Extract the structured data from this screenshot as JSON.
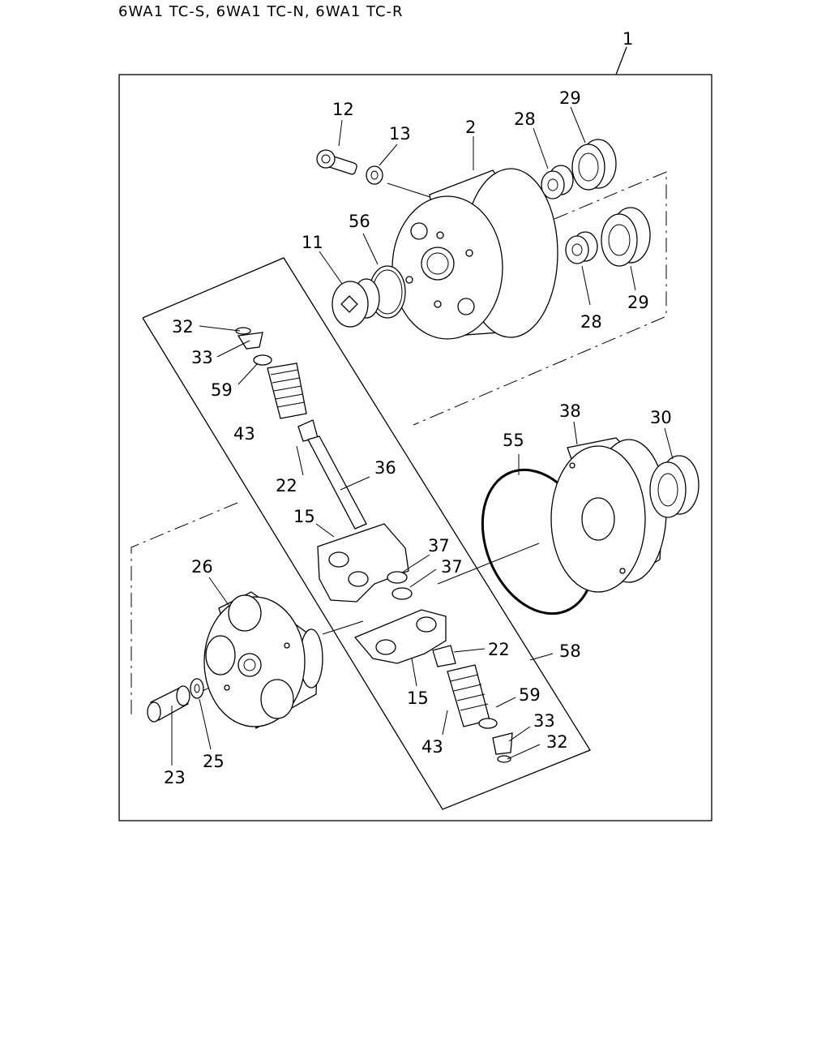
{
  "header": {
    "title": "6WA1 TC-S, 6WA1 TC-N, 6WA1 TC-R"
  },
  "labels": {
    "p1": "1",
    "p2": "2",
    "p11": "11",
    "p12": "12",
    "p13": "13",
    "p15a": "15",
    "p15b": "15",
    "p22a": "22",
    "p22b": "22",
    "p23": "23",
    "p25": "25",
    "p26": "26",
    "p28a": "28",
    "p28b": "28",
    "p29a": "29",
    "p29b": "29",
    "p30": "30",
    "p32a": "32",
    "p32b": "32",
    "p33a": "33",
    "p33b": "33",
    "p36": "36",
    "p37a": "37",
    "p37b": "37",
    "p38": "38",
    "p43a": "43",
    "p43b": "43",
    "p55": "55",
    "p56": "56",
    "p58": "58",
    "p59a": "59",
    "p59b": "59"
  }
}
